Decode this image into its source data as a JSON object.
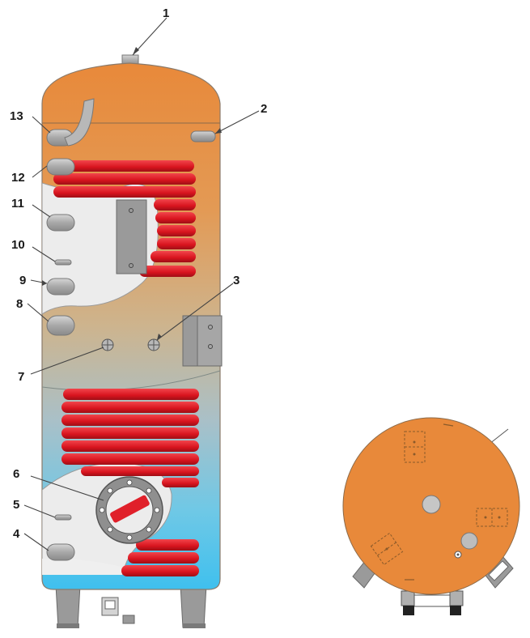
{
  "callouts": [
    "1",
    "2",
    "3",
    "4",
    "5",
    "6",
    "7",
    "8",
    "9",
    "10",
    "11",
    "12",
    "13"
  ],
  "colors": {
    "shell_top": "#e8893a",
    "shell_mid": "#d9b07a",
    "shell_bottom": "#4fc3e8",
    "coil": "#e0202a",
    "coil_dark": "#a8141c",
    "pipe": "#b4b4b4",
    "flange_gray": "#8f8f8f",
    "cutaway": "#ececec",
    "outline": "#6a6a6a",
    "label": "#1a1a1a"
  }
}
